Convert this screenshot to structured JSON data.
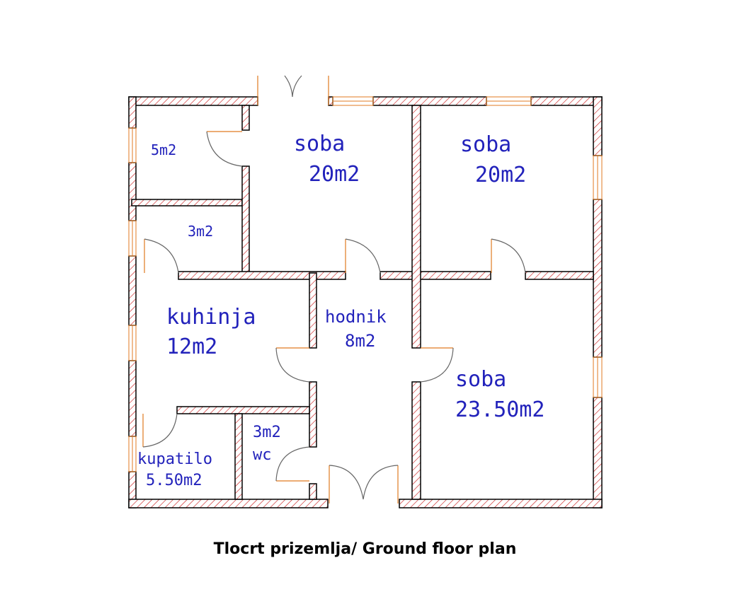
{
  "title": "Tlocrt prizemlja/ Ground floor plan",
  "rooms": [
    {
      "name": "",
      "area": "5m2"
    },
    {
      "name": "",
      "area": "3m2"
    },
    {
      "name": "soba",
      "area": "20m2"
    },
    {
      "name": "soba",
      "area": "20m2"
    },
    {
      "name": "kuhinja",
      "area": "12m2"
    },
    {
      "name": "hodnik",
      "area": "8m2"
    },
    {
      "name": "soba",
      "area": "23.50m2"
    },
    {
      "name": "kupatilo",
      "area": "5.50m2"
    },
    {
      "name": "wc",
      "area": "3m2"
    }
  ],
  "colors": {
    "wall_hatch": "#cc2222",
    "label": "#2222bb",
    "frame": "#e07a20"
  }
}
